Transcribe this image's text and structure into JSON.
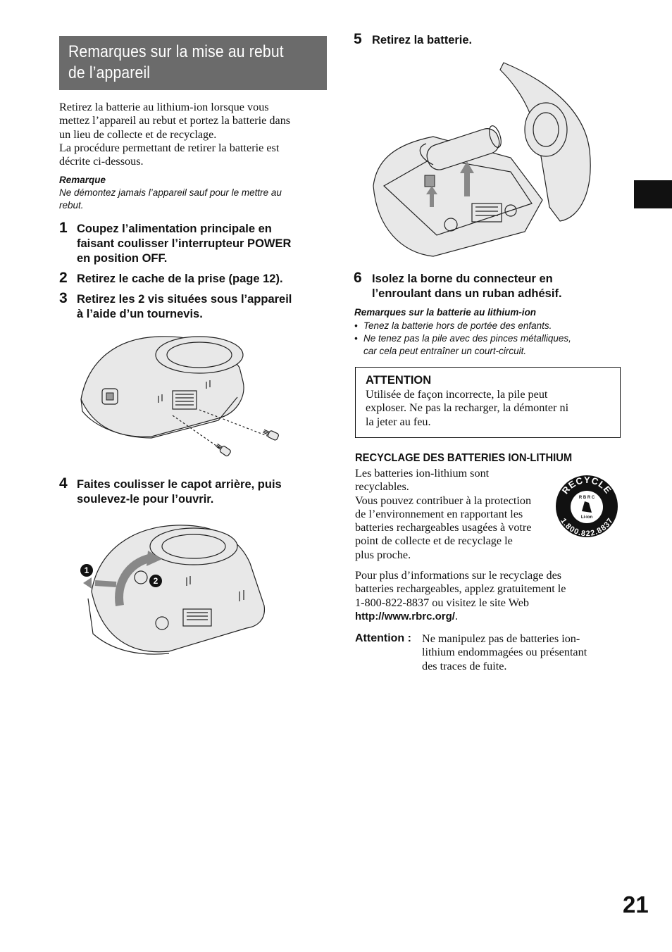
{
  "title": "Remarques sur la mise au rebut de l’appareil",
  "intro": [
    "Retirez la batterie au lithium-ion lorsque vous",
    "mettez l’appareil au rebut et portez la batterie dans",
    "un lieu de collecte et de recyclage.",
    "La procédure permettant de retirer la batterie est",
    "décrite ci-dessous."
  ],
  "note": {
    "heading": "Remarque",
    "lines": [
      "Ne démontez jamais l’appareil sauf pour le mettre au",
      "rebut."
    ]
  },
  "steps": [
    {
      "num": "1",
      "lines": [
        "Coupez l’alimentation principale en",
        "faisant coulisser l’interrupteur POWER",
        "en position OFF."
      ]
    },
    {
      "num": "2",
      "lines": [
        "Retirez le cache de la prise (page 12)."
      ]
    },
    {
      "num": "3",
      "lines": [
        "Retirez les 2 vis situées sous l’appareil",
        "à l’aide d’un tournevis."
      ]
    },
    {
      "num": "4",
      "lines": [
        "Faites coulisser le capot arrière, puis",
        "soulevez-le pour l’ouvrir."
      ]
    },
    {
      "num": "5",
      "lines": [
        "Retirez la batterie."
      ]
    },
    {
      "num": "6",
      "lines": [
        "Isolez la borne du connecteur en",
        "l’enroulant dans un ruban adhésif."
      ]
    }
  ],
  "figure4_callouts": [
    "1",
    "2"
  ],
  "battery_notes": {
    "heading": "Remarques sur la batterie au lithium-ion",
    "items": [
      [
        "Tenez la batterie hors de portée des enfants."
      ],
      [
        "Ne tenez pas la pile avec des pinces métalliques,",
        "car cela peut entraîner un court-circuit."
      ]
    ]
  },
  "attention_box": {
    "heading": "ATTENTION",
    "lines": [
      "Utilisée de façon incorrecte, la pile peut",
      "exploser. Ne pas la recharger, la démonter ni",
      "la jeter au feu."
    ]
  },
  "recycling": {
    "heading": "RECYCLAGE DES BATTERIES ION-LITHIUM",
    "lines": [
      "Les batteries ion-lithium sont",
      "recyclables.",
      "Vous pouvez contribuer à la protection",
      "de l’environnement en rapportant les",
      "batteries rechargeables usagées à votre",
      "point de collecte et de recyclage le",
      "plus proche."
    ],
    "info_lines": [
      "Pour plus d’informations sur le recyclage des",
      "batteries rechargeables, applez gratuitement le",
      "1-800-822-8837 ou visitez le site Web"
    ],
    "url": "http://www.rbrc.org/",
    "url_suffix": ".",
    "logo": {
      "top": "RECYCLE",
      "mid": "R B R C",
      "battery": "Li-ion",
      "phone": "1.800.822.8837"
    }
  },
  "caution": {
    "label": "Attention :",
    "lines": [
      "Ne manipulez pas de batteries ion-",
      "lithium endommagées ou présentant",
      "des traces de fuite."
    ]
  },
  "page_number": "21",
  "colors": {
    "title_bg": "#6b6b6b",
    "side_tab": "#111111"
  }
}
